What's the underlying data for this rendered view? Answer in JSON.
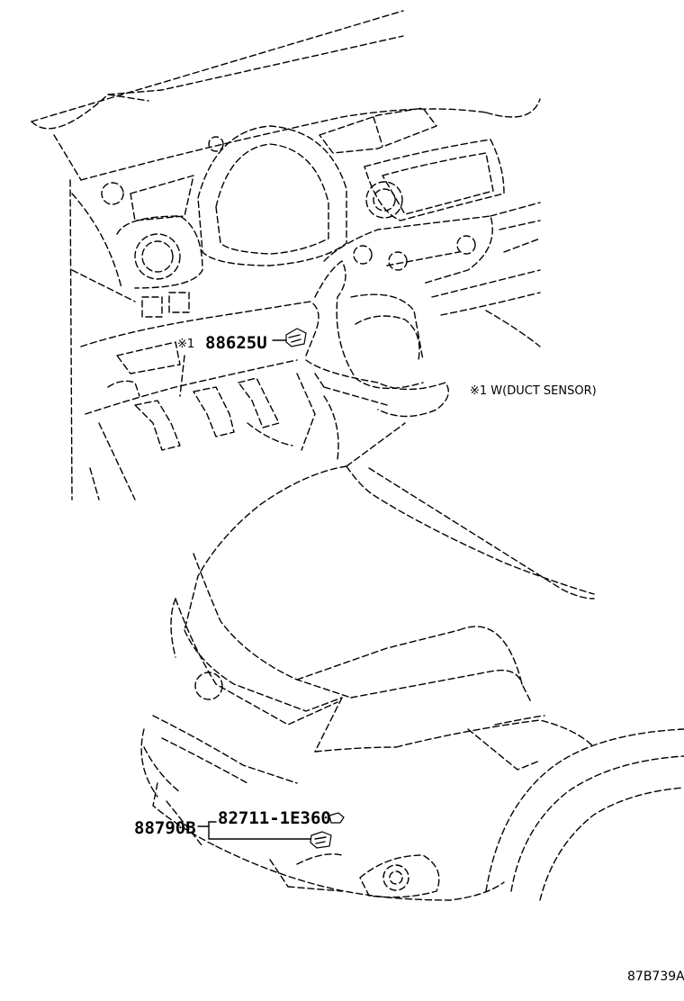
{
  "diagram": {
    "upper_callout": {
      "mark": "※1",
      "part_number": "88625U"
    },
    "footnote": "※1 W(DUCT SENSOR)",
    "lower_callout": {
      "group_number": "88790B",
      "part_number": "82711-1E360"
    },
    "drawing_code": "87B739A"
  }
}
